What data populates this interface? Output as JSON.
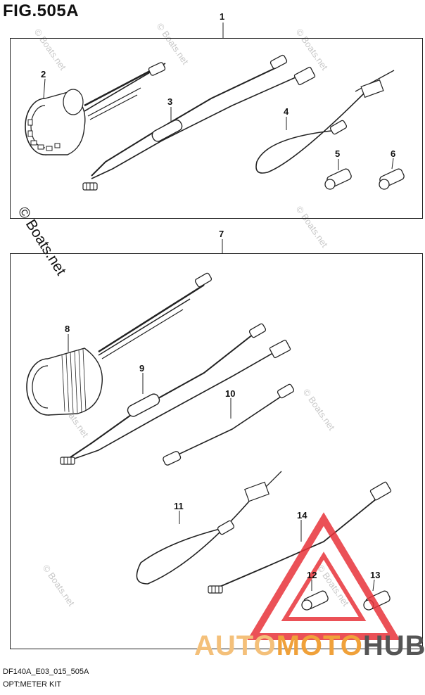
{
  "figure": {
    "title": "FIG.505A"
  },
  "footer": {
    "line1": "DF140A_E03_015_505A",
    "line2": "OPT:METER KIT"
  },
  "watermark": {
    "text": "© Boats.net"
  },
  "brand": {
    "part1": "AUTO",
    "part2": "MOTO",
    "part3": "HUB"
  },
  "callouts": [
    "1",
    "2",
    "3",
    "4",
    "5",
    "6",
    "7",
    "8",
    "9",
    "10",
    "11",
    "12",
    "13",
    "14"
  ],
  "colors": {
    "line": "#222222",
    "logo_red": "#e8333a",
    "logo_orange": "#f0a13a"
  }
}
